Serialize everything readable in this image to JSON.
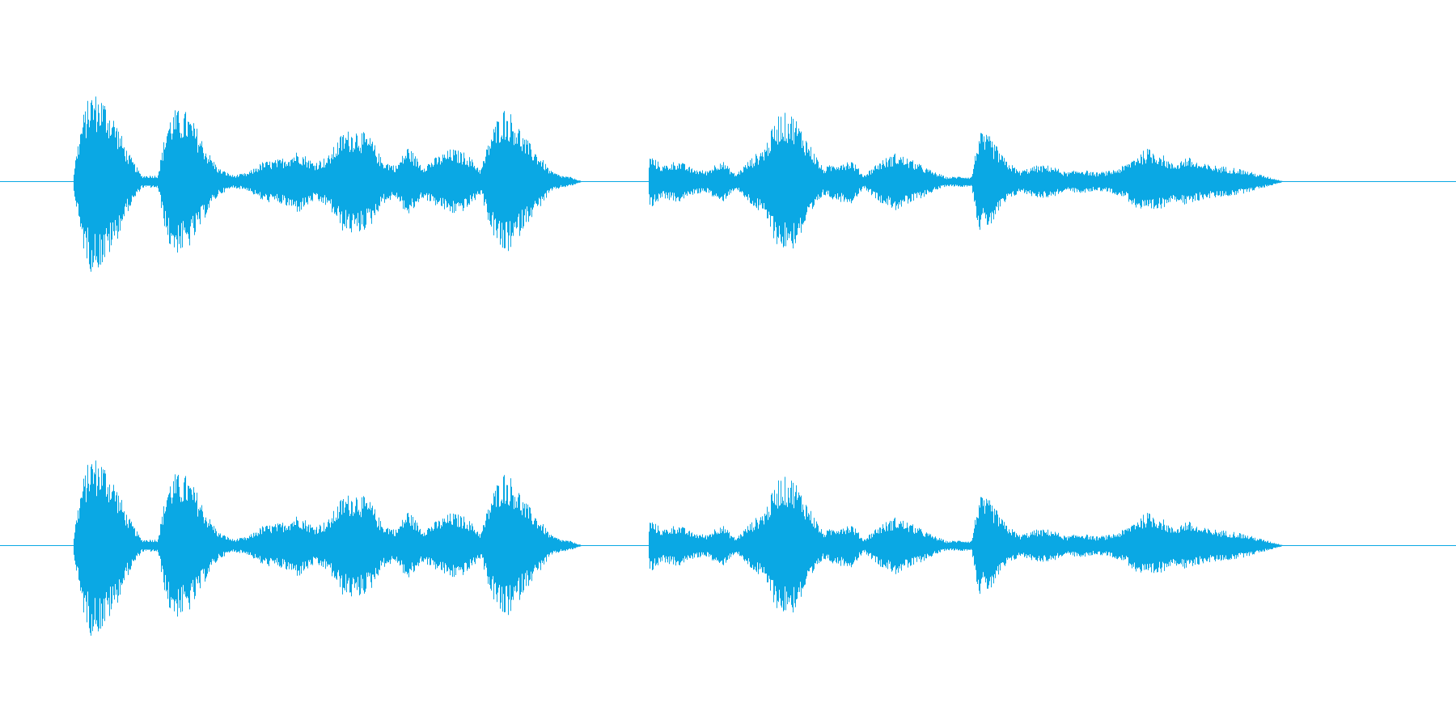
{
  "waveform": {
    "color": "#0aa8e4",
    "channels": [
      {
        "name": "channel-1"
      },
      {
        "name": "channel-2"
      }
    ],
    "envelope": [
      [
        0.0,
        0.0
      ],
      [
        0.05,
        0.0
      ],
      [
        0.051,
        0.2
      ],
      [
        0.056,
        0.7
      ],
      [
        0.062,
        1.0
      ],
      [
        0.07,
        0.95
      ],
      [
        0.079,
        0.7
      ],
      [
        0.087,
        0.35
      ],
      [
        0.097,
        0.07
      ],
      [
        0.108,
        0.07
      ],
      [
        0.115,
        0.7
      ],
      [
        0.12,
        0.8
      ],
      [
        0.128,
        0.78
      ],
      [
        0.135,
        0.6
      ],
      [
        0.142,
        0.35
      ],
      [
        0.15,
        0.15
      ],
      [
        0.16,
        0.07
      ],
      [
        0.17,
        0.1
      ],
      [
        0.18,
        0.22
      ],
      [
        0.192,
        0.25
      ],
      [
        0.205,
        0.35
      ],
      [
        0.215,
        0.22
      ],
      [
        0.225,
        0.28
      ],
      [
        0.235,
        0.55
      ],
      [
        0.245,
        0.6
      ],
      [
        0.255,
        0.48
      ],
      [
        0.262,
        0.25
      ],
      [
        0.272,
        0.18
      ],
      [
        0.28,
        0.4
      ],
      [
        0.29,
        0.18
      ],
      [
        0.3,
        0.28
      ],
      [
        0.31,
        0.37
      ],
      [
        0.32,
        0.32
      ],
      [
        0.33,
        0.14
      ],
      [
        0.337,
        0.55
      ],
      [
        0.345,
        0.83
      ],
      [
        0.352,
        0.75
      ],
      [
        0.36,
        0.5
      ],
      [
        0.37,
        0.3
      ],
      [
        0.378,
        0.12
      ],
      [
        0.385,
        0.07
      ],
      [
        0.392,
        0.05
      ],
      [
        0.4,
        0.0
      ],
      [
        0.445,
        0.0
      ],
      [
        0.446,
        0.3
      ],
      [
        0.455,
        0.18
      ],
      [
        0.465,
        0.24
      ],
      [
        0.475,
        0.15
      ],
      [
        0.485,
        0.12
      ],
      [
        0.495,
        0.25
      ],
      [
        0.505,
        0.08
      ],
      [
        0.513,
        0.22
      ],
      [
        0.525,
        0.4
      ],
      [
        0.535,
        0.77
      ],
      [
        0.545,
        0.75
      ],
      [
        0.555,
        0.45
      ],
      [
        0.565,
        0.15
      ],
      [
        0.575,
        0.22
      ],
      [
        0.585,
        0.24
      ],
      [
        0.593,
        0.07
      ],
      [
        0.603,
        0.22
      ],
      [
        0.615,
        0.32
      ],
      [
        0.625,
        0.25
      ],
      [
        0.64,
        0.12
      ],
      [
        0.65,
        0.05
      ],
      [
        0.66,
        0.06
      ],
      [
        0.667,
        0.05
      ],
      [
        0.672,
        0.55
      ],
      [
        0.68,
        0.5
      ],
      [
        0.69,
        0.25
      ],
      [
        0.7,
        0.12
      ],
      [
        0.712,
        0.18
      ],
      [
        0.722,
        0.18
      ],
      [
        0.732,
        0.1
      ],
      [
        0.742,
        0.14
      ],
      [
        0.752,
        0.1
      ],
      [
        0.762,
        0.12
      ],
      [
        0.772,
        0.18
      ],
      [
        0.78,
        0.3
      ],
      [
        0.788,
        0.37
      ],
      [
        0.797,
        0.32
      ],
      [
        0.805,
        0.2
      ],
      [
        0.815,
        0.28
      ],
      [
        0.825,
        0.2
      ],
      [
        0.835,
        0.18
      ],
      [
        0.85,
        0.15
      ],
      [
        0.865,
        0.08
      ],
      [
        0.88,
        0.01
      ],
      [
        0.882,
        0.0
      ],
      [
        1.0,
        0.0
      ]
    ]
  }
}
